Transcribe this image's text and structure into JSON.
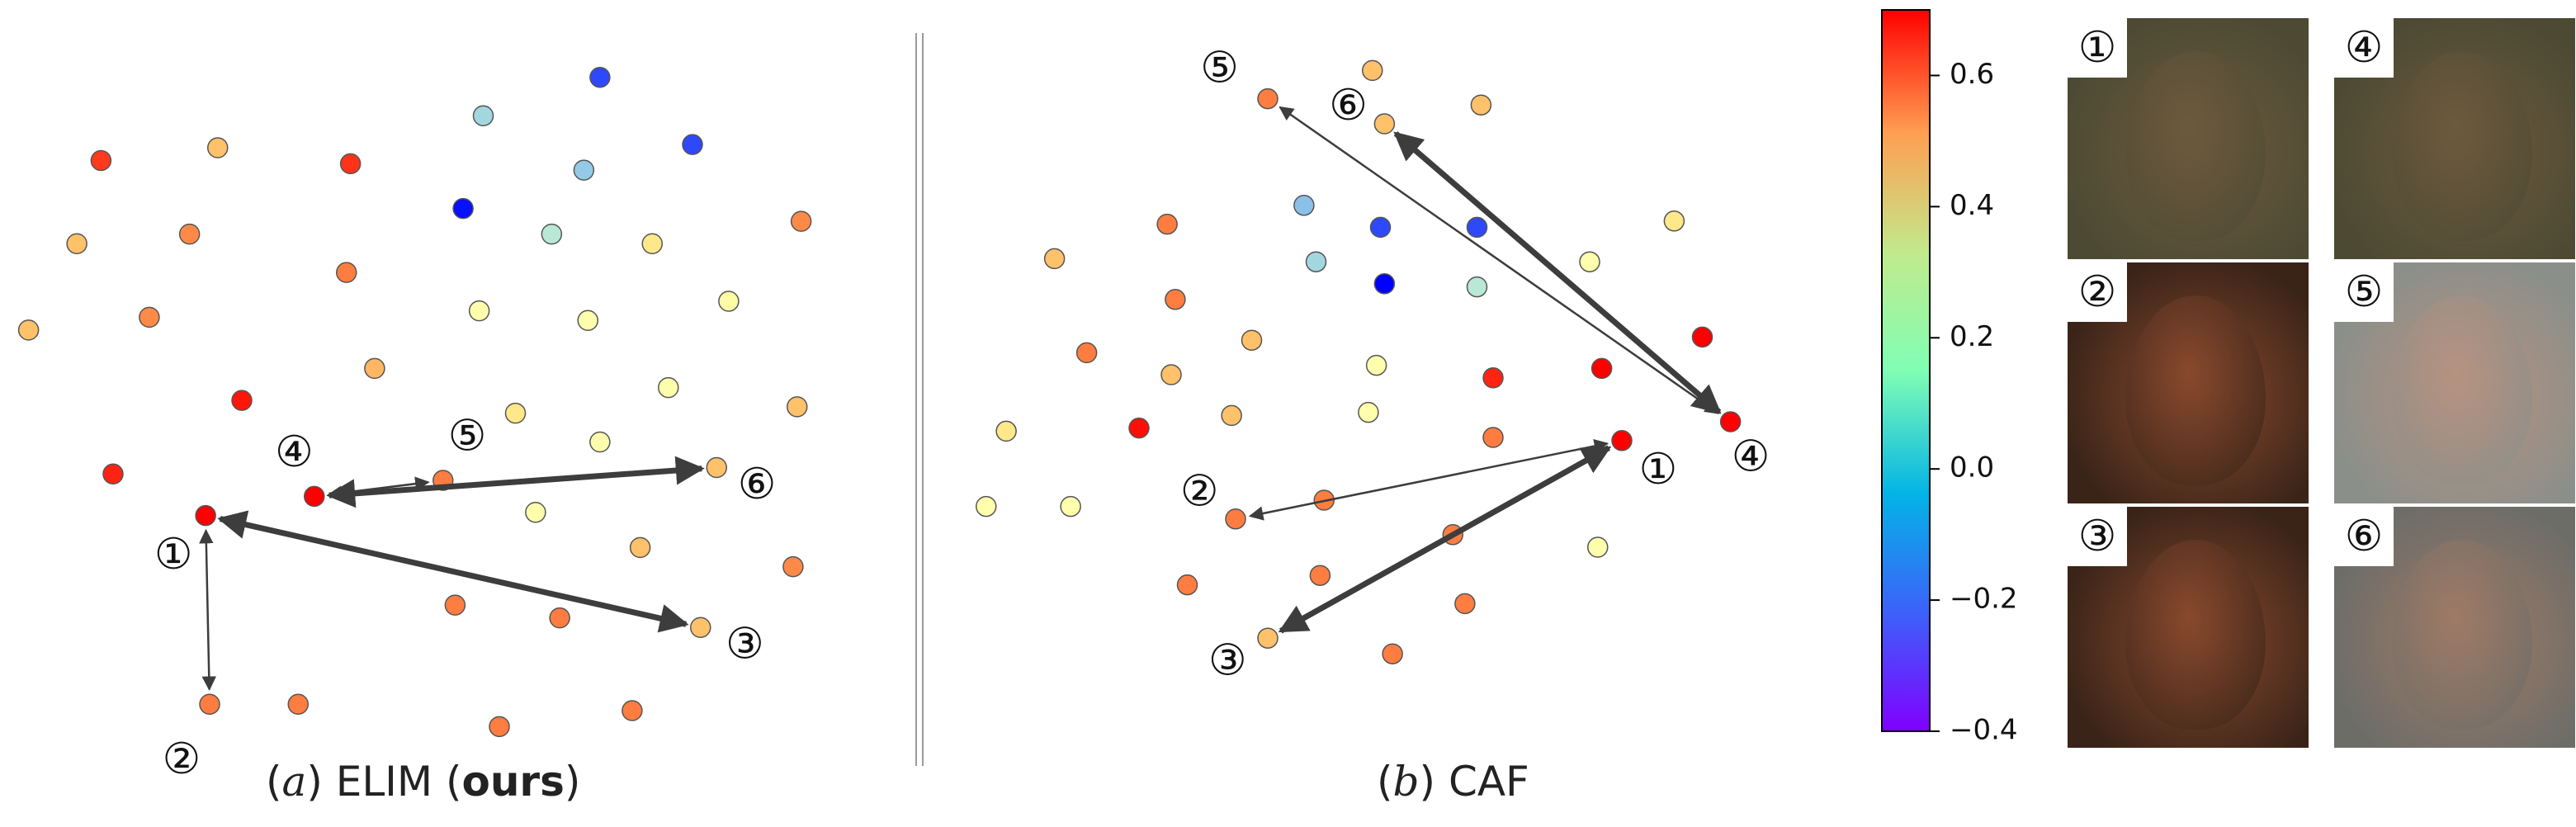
{
  "chart_data": [
    {
      "type": "scatter",
      "title": "",
      "caption": {
        "prefix": "(",
        "letter": "a",
        "suffix": ") ",
        "name": "ELIM (",
        "bold": "ours",
        "close": ")"
      },
      "xlim": [
        0,
        100
      ],
      "ylim": [
        0,
        100
      ],
      "points": [
        {
          "x": 72.5,
          "y": 95.0,
          "value": -0.3
        },
        {
          "x": 58.0,
          "y": 89.0,
          "value": -0.05
        },
        {
          "x": 84.0,
          "y": 84.5,
          "value": -0.3
        },
        {
          "x": 10.5,
          "y": 82.0,
          "value": 0.62
        },
        {
          "x": 25.0,
          "y": 84.0,
          "value": 0.4
        },
        {
          "x": 41.5,
          "y": 81.5,
          "value": 0.63
        },
        {
          "x": 70.5,
          "y": 80.5,
          "value": -0.08
        },
        {
          "x": 55.5,
          "y": 74.5,
          "value": -0.38
        },
        {
          "x": 97.5,
          "y": 72.5,
          "value": 0.5
        },
        {
          "x": 7.5,
          "y": 69.0,
          "value": 0.4
        },
        {
          "x": 21.5,
          "y": 70.5,
          "value": 0.5
        },
        {
          "x": 66.5,
          "y": 70.5,
          "value": 0.0
        },
        {
          "x": 79.0,
          "y": 69.0,
          "value": 0.3
        },
        {
          "x": 41.0,
          "y": 64.5,
          "value": 0.52
        },
        {
          "x": 88.5,
          "y": 60.0,
          "value": 0.2
        },
        {
          "x": 57.5,
          "y": 58.5,
          "value": 0.18
        },
        {
          "x": 71.0,
          "y": 57.0,
          "value": 0.18
        },
        {
          "x": 16.5,
          "y": 57.5,
          "value": 0.5
        },
        {
          "x": 1.5,
          "y": 55.5,
          "value": 0.4
        },
        {
          "x": 44.5,
          "y": 49.5,
          "value": 0.42
        },
        {
          "x": 81.0,
          "y": 46.5,
          "value": 0.18
        },
        {
          "x": 97.0,
          "y": 43.5,
          "value": 0.4
        },
        {
          "x": 62.0,
          "y": 42.5,
          "value": 0.3
        },
        {
          "x": 28.0,
          "y": 44.5,
          "value": 0.67
        },
        {
          "x": 72.5,
          "y": 38.0,
          "value": 0.18
        },
        {
          "x": 12.0,
          "y": 33.0,
          "value": 0.65
        },
        {
          "x": 53.0,
          "y": 32.0,
          "value": 0.52,
          "label": "⑤"
        },
        {
          "x": 87.0,
          "y": 34.0,
          "value": 0.4,
          "label": "⑥"
        },
        {
          "x": 37.0,
          "y": 29.5,
          "value": 0.7,
          "label": "④"
        },
        {
          "x": 23.5,
          "y": 26.5,
          "value": 0.7,
          "label": "①"
        },
        {
          "x": 64.5,
          "y": 27.0,
          "value": 0.18
        },
        {
          "x": 77.5,
          "y": 21.5,
          "value": 0.4
        },
        {
          "x": 96.5,
          "y": 18.5,
          "value": 0.5
        },
        {
          "x": 54.5,
          "y": 12.5,
          "value": 0.52
        },
        {
          "x": 67.5,
          "y": 10.5,
          "value": 0.52
        },
        {
          "x": 85.0,
          "y": 9.0,
          "value": 0.4,
          "label": "③"
        },
        {
          "x": 24.0,
          "y": -3.0,
          "value": 0.52,
          "label": "②"
        },
        {
          "x": 35.0,
          "y": -3.0,
          "value": 0.52
        },
        {
          "x": 60.0,
          "y": -6.5,
          "value": 0.52
        },
        {
          "x": 76.5,
          "y": -4.0,
          "value": 0.52
        }
      ],
      "arrows": [
        {
          "from": 29,
          "to": 36,
          "bold": false
        },
        {
          "from": 28,
          "to": 26,
          "bold": false
        },
        {
          "from": 28,
          "to": 27,
          "bold": true
        },
        {
          "from": 29,
          "to": 35,
          "bold": true
        }
      ],
      "number_labels": [
        {
          "text": "①",
          "x": 19.5,
          "y": 20.0
        },
        {
          "text": "②",
          "x": 20.5,
          "y": -12.0
        },
        {
          "text": "③",
          "x": 90.5,
          "y": 6.0
        },
        {
          "text": "④",
          "x": 34.5,
          "y": 36.0
        },
        {
          "text": "⑤",
          "x": 56.0,
          "y": 38.5
        },
        {
          "text": "⑥",
          "x": 92.0,
          "y": 31.0
        }
      ]
    },
    {
      "type": "scatter",
      "title": "",
      "caption": {
        "prefix": "(",
        "letter": "b",
        "suffix": ") ",
        "name": "CAF"
      },
      "xlim": [
        0,
        100
      ],
      "ylim": [
        0,
        100
      ],
      "points": [
        {
          "x": 49.0,
          "y": 96.0,
          "value": 0.4
        },
        {
          "x": 36.0,
          "y": 91.5,
          "value": 0.52,
          "label": "⑤"
        },
        {
          "x": 50.5,
          "y": 87.5,
          "value": 0.4,
          "label": "⑥"
        },
        {
          "x": 62.5,
          "y": 90.5,
          "value": 0.4
        },
        {
          "x": 23.5,
          "y": 71.5,
          "value": 0.52
        },
        {
          "x": 40.5,
          "y": 74.5,
          "value": -0.1
        },
        {
          "x": 50.0,
          "y": 71.0,
          "value": -0.3
        },
        {
          "x": 62.0,
          "y": 71.0,
          "value": -0.3
        },
        {
          "x": 86.5,
          "y": 72.0,
          "value": 0.3
        },
        {
          "x": 9.5,
          "y": 66.0,
          "value": 0.4
        },
        {
          "x": 42.0,
          "y": 65.5,
          "value": -0.05
        },
        {
          "x": 50.5,
          "y": 62.0,
          "value": -0.4
        },
        {
          "x": 62.0,
          "y": 61.5,
          "value": 0.0
        },
        {
          "x": 76.0,
          "y": 65.5,
          "value": 0.18
        },
        {
          "x": 24.5,
          "y": 59.5,
          "value": 0.52
        },
        {
          "x": 34.0,
          "y": 53.0,
          "value": 0.4
        },
        {
          "x": 13.5,
          "y": 51.0,
          "value": 0.52
        },
        {
          "x": 24.0,
          "y": 47.5,
          "value": 0.4
        },
        {
          "x": 49.5,
          "y": 49.0,
          "value": 0.18
        },
        {
          "x": 64.0,
          "y": 47.0,
          "value": 0.65
        },
        {
          "x": 77.5,
          "y": 48.5,
          "value": 0.7
        },
        {
          "x": 90.0,
          "y": 53.5,
          "value": 0.7
        },
        {
          "x": 3.5,
          "y": 38.5,
          "value": 0.3
        },
        {
          "x": 20.0,
          "y": 39.0,
          "value": 0.68
        },
        {
          "x": 31.5,
          "y": 41.0,
          "value": 0.4
        },
        {
          "x": 48.5,
          "y": 41.5,
          "value": 0.18
        },
        {
          "x": 64.0,
          "y": 37.5,
          "value": 0.52
        },
        {
          "x": 80.0,
          "y": 37.0,
          "value": 0.7,
          "label": "①"
        },
        {
          "x": 93.5,
          "y": 40.0,
          "value": 0.7,
          "label": "④"
        },
        {
          "x": 1.0,
          "y": 26.5,
          "value": 0.18
        },
        {
          "x": 11.5,
          "y": 26.5,
          "value": 0.18
        },
        {
          "x": 32.0,
          "y": 24.5,
          "value": 0.52,
          "label": "②"
        },
        {
          "x": 43.0,
          "y": 27.5,
          "value": 0.52
        },
        {
          "x": 59.0,
          "y": 22.0,
          "value": 0.52
        },
        {
          "x": 77.0,
          "y": 20.0,
          "value": 0.18
        },
        {
          "x": 26.0,
          "y": 14.0,
          "value": 0.52
        },
        {
          "x": 42.5,
          "y": 15.5,
          "value": 0.52
        },
        {
          "x": 60.5,
          "y": 11.0,
          "value": 0.52
        },
        {
          "x": 36.0,
          "y": 5.5,
          "value": 0.4,
          "label": "③"
        },
        {
          "x": 51.5,
          "y": 3.0,
          "value": 0.52
        }
      ],
      "arrows": [
        {
          "from": 28,
          "to": 1,
          "bold": false
        },
        {
          "from": 28,
          "to": 2,
          "bold": true
        },
        {
          "from": 27,
          "to": 31,
          "bold": false
        },
        {
          "from": 27,
          "to": 38,
          "bold": true
        }
      ],
      "number_labels": [
        {
          "text": "⑤",
          "x": 30.0,
          "y": 96.0
        },
        {
          "text": "⑥",
          "x": 46.0,
          "y": 90.0
        },
        {
          "text": "①",
          "x": 84.5,
          "y": 32.0
        },
        {
          "text": "④",
          "x": 96.0,
          "y": 34.0
        },
        {
          "text": "②",
          "x": 27.5,
          "y": 28.5
        },
        {
          "text": "③",
          "x": 31.0,
          "y": 1.5
        }
      ]
    }
  ],
  "colorbar": {
    "type": "colorbar",
    "colormap": "rainbow",
    "vmin": -0.4,
    "vmax": 0.7,
    "ticks": [
      0.6,
      0.4,
      0.2,
      0.0,
      -0.2,
      -0.4
    ],
    "tick_labels": [
      "0.6",
      "0.4",
      "0.2",
      "0.0",
      "−0.2",
      "−0.4"
    ]
  },
  "thumbnails": [
    {
      "label": "①",
      "subject": "man-face",
      "bg": "#4d4a33",
      "skin": "#6e5a3e"
    },
    {
      "label": "④",
      "subject": "man-face",
      "bg": "#4d4a33",
      "skin": "#6e5a3e"
    },
    {
      "label": "②",
      "subject": "woman-face",
      "bg": "#3a2418",
      "skin": "#8a4a2e"
    },
    {
      "label": "⑤",
      "subject": "older-man-face",
      "bg": "#8a8f8a",
      "skin": "#b89280"
    },
    {
      "label": "③",
      "subject": "woman-face",
      "bg": "#3a2418",
      "skin": "#8a4a2e"
    },
    {
      "label": "⑥",
      "subject": "older-man-face",
      "bg": "#6d6d68",
      "skin": "#a07a66"
    }
  ],
  "styles": {
    "marker_edge": "#555555",
    "arrow_color": "#3d3d3d",
    "divider": "#9a9a9a"
  }
}
